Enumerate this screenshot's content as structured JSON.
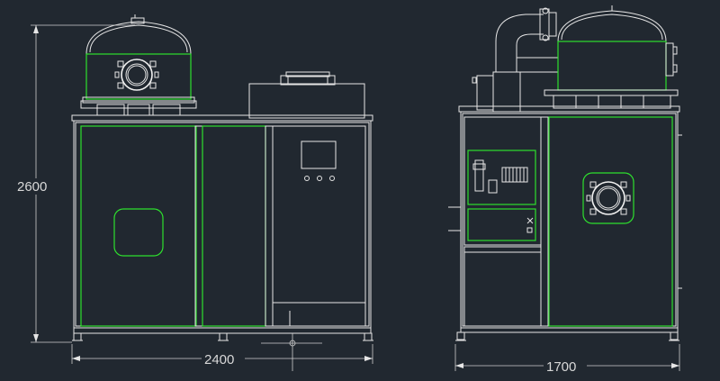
{
  "dimensions": {
    "front_height": "2600",
    "front_width": "2400",
    "side_width": "1700"
  },
  "colors": {
    "background": "#212830",
    "line": "#e6e6e6",
    "highlight": "#2ee02e"
  }
}
